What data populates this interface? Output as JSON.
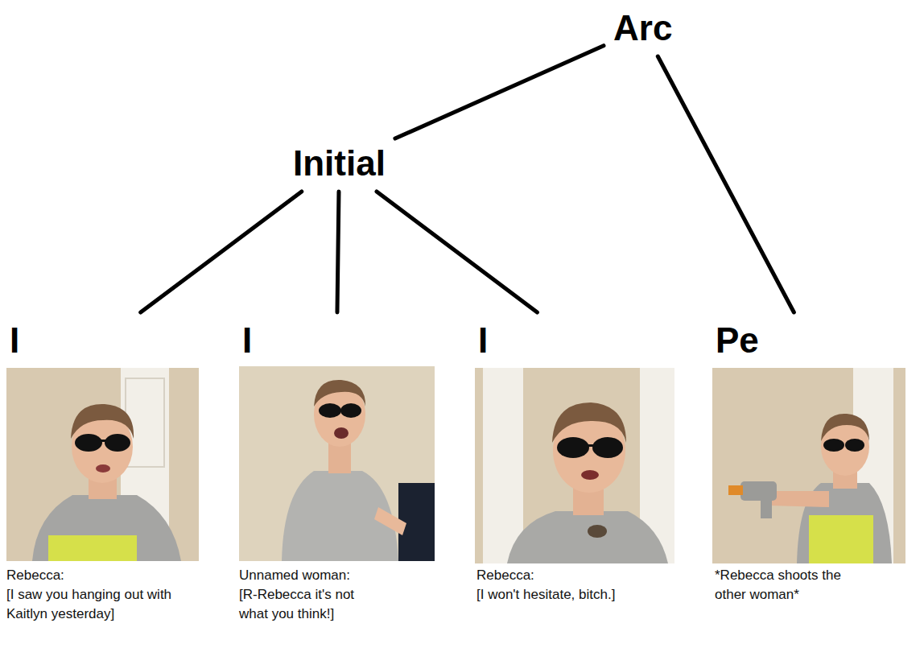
{
  "diagram": {
    "nodes": [
      {
        "text": [
          "Arc"
        ]
      },
      {
        "text": [
          "Initial"
        ]
      },
      {
        "text": [
          "I"
        ]
      },
      {
        "text": [
          "I"
        ]
      },
      {
        "text": [
          "I"
        ]
      },
      {
        "text": [
          "Pe"
        ]
      }
    ],
    "edges": [
      {
        "from": 0,
        "to": 1,
        "arrow": "none"
      },
      {
        "from": 0,
        "to": 5,
        "arrow": "none"
      },
      {
        "from": 1,
        "to": 2,
        "arrow": "none"
      },
      {
        "from": 1,
        "to": 3,
        "arrow": "none"
      },
      {
        "from": 1,
        "to": 4,
        "arrow": "none"
      }
    ],
    "labels": [
      "Rebecca:",
      "[I saw you hanging out with Kaitlyn yesterday]",
      "Unnamed woman:",
      "[R-Rebecca it's not what you think!]",
      "Rebecca:",
      "[I won't hesitate, bitch.]",
      "*Rebecca shoots the other woman*"
    ]
  }
}
